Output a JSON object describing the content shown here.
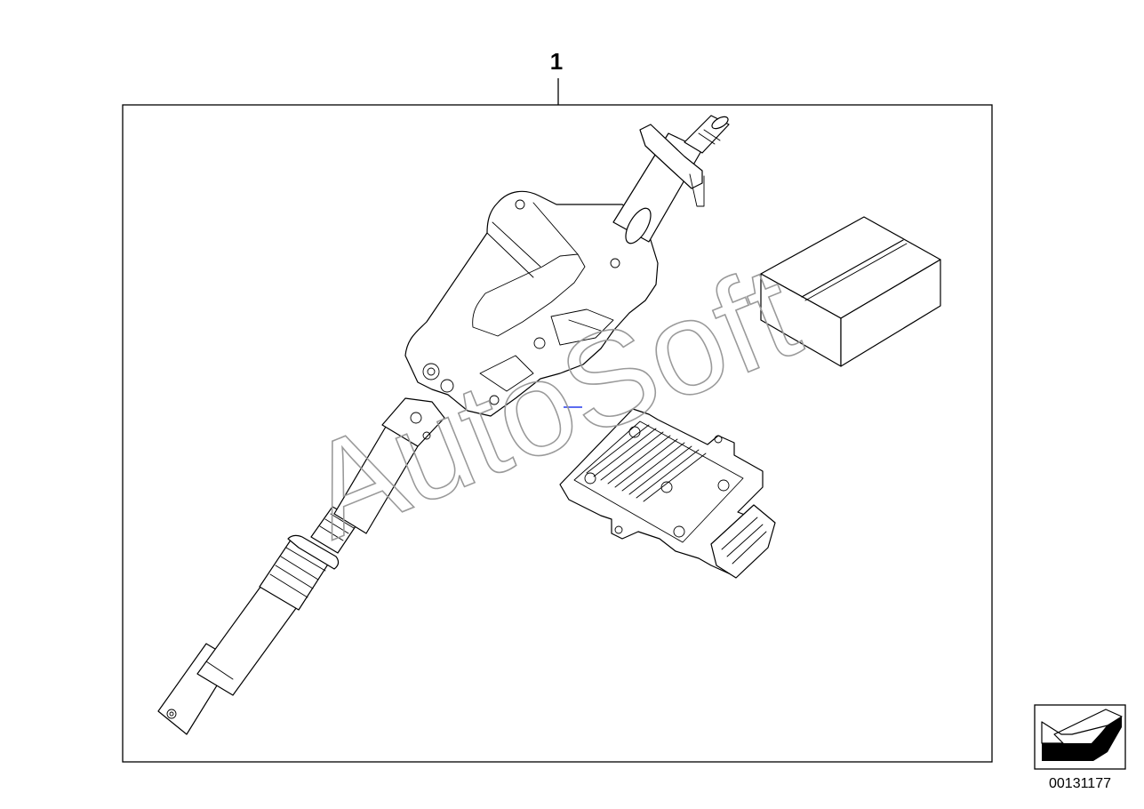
{
  "callout": {
    "part_number": "1"
  },
  "watermark": {
    "text": "AutoSoft"
  },
  "reference": {
    "number": "00131177",
    "icon": "arrow-icon"
  },
  "colors": {
    "line": "#000000",
    "watermark": "#9a9a9a",
    "marker": "#5b6cf0"
  }
}
